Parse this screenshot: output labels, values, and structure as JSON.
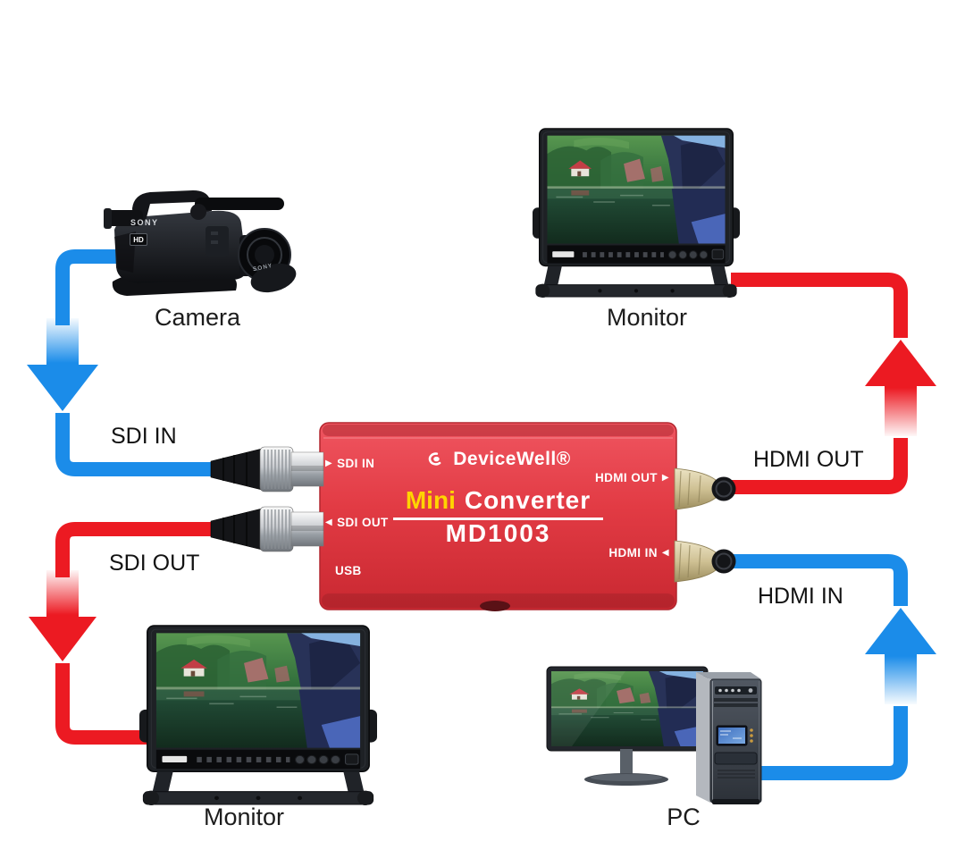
{
  "converter": {
    "brand": "DeviceWell®",
    "product_name": {
      "accent": "Mini",
      "rest": "Converter"
    },
    "model": "MD1003",
    "body_color": "#e23b44",
    "ports": {
      "sdi_in": {
        "arrow_icon": "▶",
        "label": "SDI IN"
      },
      "sdi_out": {
        "arrow_icon": "◀",
        "label": "SDI OUT"
      },
      "usb": {
        "label": "USB"
      },
      "hdmi_out": {
        "label": "HDMI OUT",
        "arrow_icon": "▶"
      },
      "hdmi_in": {
        "label": "HDMI IN",
        "arrow_icon": "◀"
      }
    }
  },
  "devices": {
    "camera": {
      "label": "Camera",
      "brand_badge": "SONY",
      "format_badge": "HD"
    },
    "monitor_top": {
      "label": "Monitor"
    },
    "monitor_bottom": {
      "label": "Monitor"
    },
    "pc": {
      "label": "PC"
    }
  },
  "cables": {
    "sdi_in": {
      "label": "SDI IN",
      "color": "#1b8ce9",
      "flow": "down"
    },
    "sdi_out": {
      "label": "SDI OUT",
      "color": "#ec1a22",
      "flow": "down"
    },
    "hdmi_out": {
      "label": "HDMI OUT",
      "color": "#ec1a22",
      "flow": "up"
    },
    "hdmi_in": {
      "label": "HDMI IN",
      "color": "#1b8ce9",
      "flow": "up"
    }
  },
  "colors": {
    "background": "#ffffff",
    "label_text": "#1c1c1c",
    "accent_yellow": "#ffd400",
    "cable_blue": "#1b8ce9",
    "cable_red": "#ec1a22",
    "device_red": "#e23b44"
  }
}
